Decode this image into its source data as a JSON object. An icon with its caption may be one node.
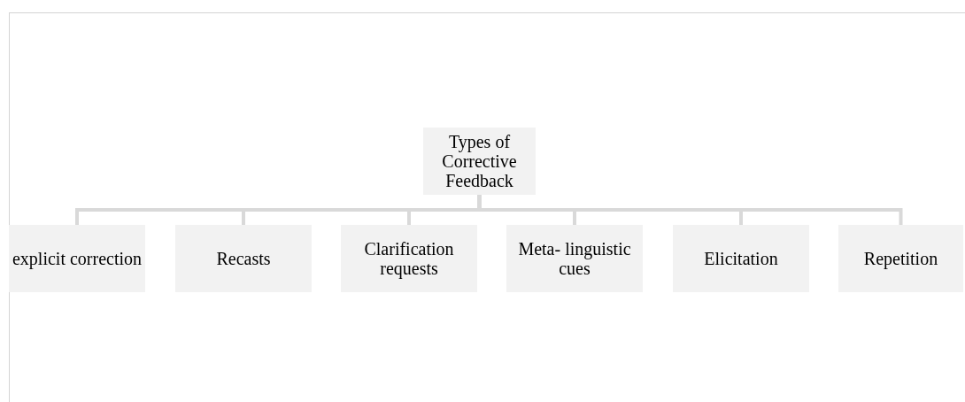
{
  "diagram": {
    "nodes": [
      {
        "text": [
          "Types of Corrective Feedback"
        ]
      },
      {
        "text": [
          "explicit correction"
        ]
      },
      {
        "text": [
          "Recasts"
        ]
      },
      {
        "text": [
          "Clarification requests"
        ]
      },
      {
        "text": [
          "Meta- linguistic cues"
        ]
      },
      {
        "text": [
          "Elicitation"
        ]
      },
      {
        "text": [
          "Repetition"
        ]
      }
    ],
    "edges": [
      {
        "from": 0,
        "to": 1,
        "arrow": "none"
      },
      {
        "from": 0,
        "to": 2,
        "arrow": "none"
      },
      {
        "from": 0,
        "to": 3,
        "arrow": "none"
      },
      {
        "from": 0,
        "to": 4,
        "arrow": "none"
      },
      {
        "from": 0,
        "to": 5,
        "arrow": "none"
      },
      {
        "from": 0,
        "to": 6,
        "arrow": "none"
      }
    ]
  }
}
